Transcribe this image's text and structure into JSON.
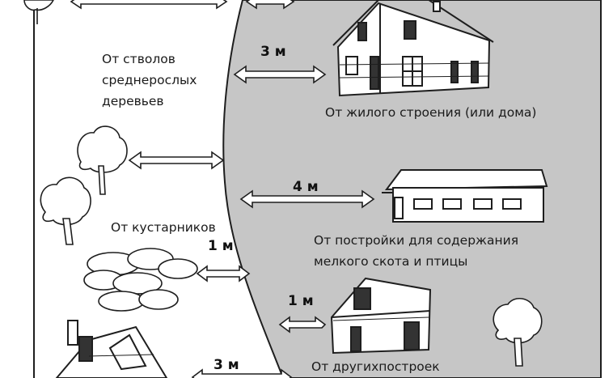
{
  "colors": {
    "zone_fill": "#c6c6c6",
    "line": "#1e1e1e",
    "paper": "#ffffff"
  },
  "labels": {
    "trees_line1": "От стволов",
    "trees_line2": "среднерослых",
    "trees_line3": "деревьев",
    "shrubs": "От кустарников",
    "house": "От жилого строения (или дома)",
    "barn_line1": "От постройки для содержания",
    "barn_line2": "мелкого скота и птицы",
    "outbuildings": "От другихпостроек"
  },
  "distances": {
    "house": "3 м",
    "barn": "4 м",
    "shrubs": "1 м",
    "outbuildings": "1 м",
    "bottom": "3 м"
  },
  "icons": [
    "tree-icon",
    "shrub-icon",
    "house-icon",
    "barn-icon",
    "shed-icon",
    "double-arrow-icon"
  ]
}
